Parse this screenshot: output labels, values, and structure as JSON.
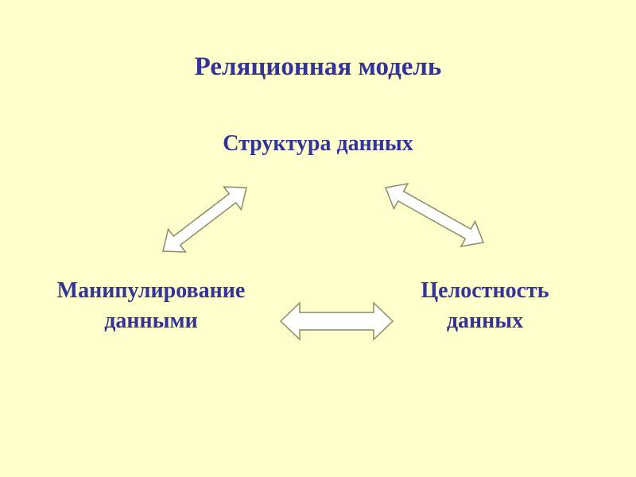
{
  "title": "Реляционная модель",
  "nodes": {
    "structure": {
      "label": "Структура данных"
    },
    "manipulation": {
      "line1": "Манипулирование",
      "line2": "данными"
    },
    "integrity": {
      "line1": "Целостность",
      "line2": "данных"
    }
  },
  "edges": [
    {
      "from": "structure",
      "to": "manipulation",
      "style": "double-arrow"
    },
    {
      "from": "structure",
      "to": "integrity",
      "style": "double-arrow"
    },
    {
      "from": "manipulation",
      "to": "integrity",
      "style": "double-arrow"
    }
  ],
  "colors": {
    "background": "#ffffcc",
    "text": "#333399",
    "arrow_fill": "#ffffff",
    "arrow_stroke": "#8c8c66"
  }
}
